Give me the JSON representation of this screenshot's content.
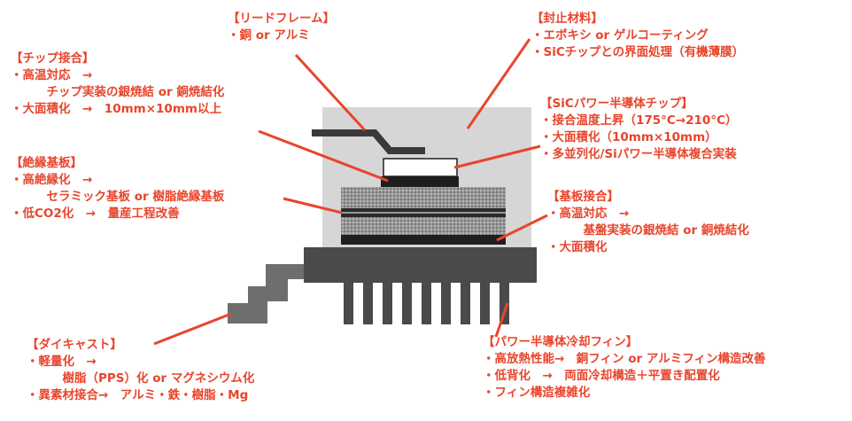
{
  "colors": {
    "accent": "#e8452c",
    "encapsulant": "#d4d4d4",
    "heatsink": "#4d4d4d",
    "diecast": "#6b6b6b",
    "substrate_dark": "#1f1f1f",
    "substrate_dotted": "#8c8c8c"
  },
  "callouts": {
    "lead_frame": {
      "title": "【リードフレーム】",
      "lines": [
        "・銅 or アルミ"
      ]
    },
    "encapsulant": {
      "title": "【封止材料】",
      "lines": [
        "・エポキシ or ゲルコーティング",
        "・SiCチップとの界面処理（有機薄膜）"
      ]
    },
    "chip_bonding": {
      "title": "【チップ接合】",
      "lines": [
        "・高温対応　→",
        "　　　チップ実装の銀焼結 or 銅焼結化",
        "・大面積化　→　10mm×10mm以上"
      ]
    },
    "sic_chip": {
      "title": "【SiCパワー半導体チップ】",
      "lines": [
        "・接合温度上昇（175°C→210°C）",
        "・大面積化（10mm×10mm）",
        "・多並列化/Siパワー半導体複合実装"
      ]
    },
    "insulating_substrate": {
      "title": "【絶縁基板】",
      "lines": [
        "・高絶縁化　→",
        "　　　セラミック基板 or 樹脂絶縁基板",
        "・低CO2化　→　量産工程改善"
      ]
    },
    "substrate_bonding": {
      "title": "【基板接合】",
      "lines": [
        "・高温対応　→",
        "　　　基盤実装の銀焼結 or 銅焼結化",
        "・大面積化"
      ]
    },
    "die_cast": {
      "title": "【ダイキャスト】",
      "lines": [
        "・軽量化　→",
        "　　　樹脂（PPS）化 or マグネシウム化",
        "・異素材接合→　アルミ・鉄・樹脂・Mg"
      ]
    },
    "cooling_fin": {
      "title": "【パワー半導体冷却フィン】",
      "lines": [
        "・高放熱性能→　銅フィン or アルミフィン構造改善",
        "・低背化　→　両面冷却構造＋平置き配置化",
        "・フィン構造複雑化"
      ]
    }
  }
}
